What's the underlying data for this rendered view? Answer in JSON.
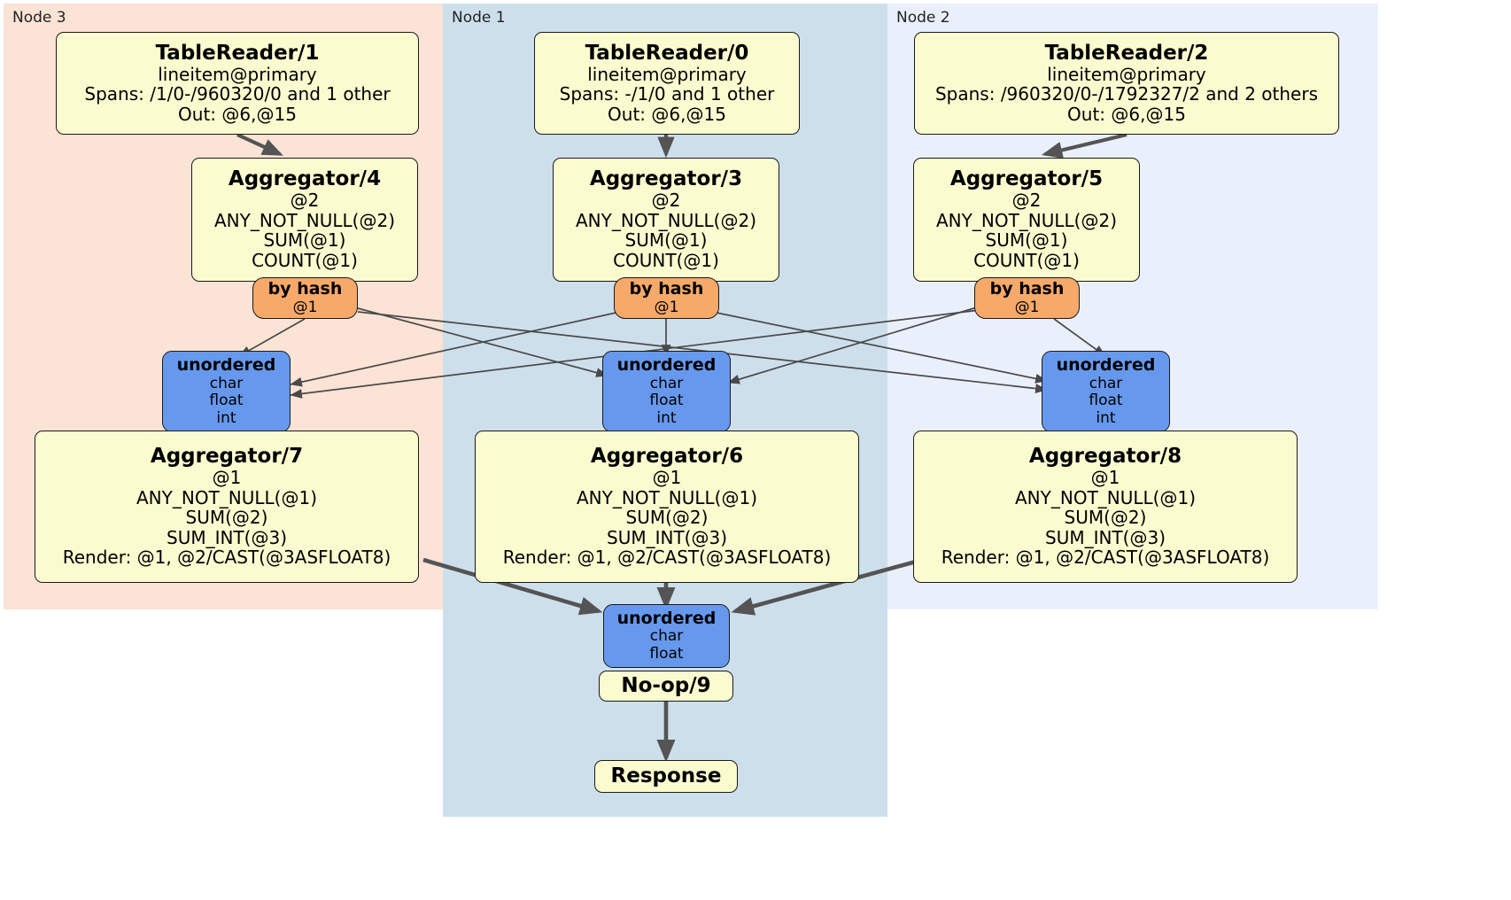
{
  "diagram": {
    "title": "DistSQL flow diagram",
    "colors": {
      "node3_panel": "#fbe3d6",
      "node1_panel": "#cedfec",
      "node2_panel": "#eaf0fb",
      "processor_fill": "#fbfbd0",
      "router_fill": "#f7a96a",
      "sync_fill": "#6699ee",
      "stroke": "#1a1a1a",
      "edge_thin": "#4a4a4a",
      "edge_thick": "#545454"
    }
  },
  "nodes": [
    {
      "id": "node3",
      "label": "Node 3"
    },
    {
      "id": "node1",
      "label": "Node 1"
    },
    {
      "id": "node2",
      "label": "Node 2"
    }
  ],
  "processors": {
    "tablereader1": {
      "title": "TableReader/1",
      "lines": [
        "lineitem@primary",
        "Spans: /1/0-/960320/0 and 1 other",
        "Out: @6,@15"
      ]
    },
    "tablereader0": {
      "title": "TableReader/0",
      "lines": [
        "lineitem@primary",
        "Spans: -/1/0 and 1 other",
        "Out: @6,@15"
      ]
    },
    "tablereader2": {
      "title": "TableReader/2",
      "lines": [
        "lineitem@primary",
        "Spans: /960320/0-/1792327/2 and 2 others",
        "Out: @6,@15"
      ]
    },
    "aggregator4": {
      "title": "Aggregator/4",
      "lines": [
        "@2",
        "ANY_NOT_NULL(@2)",
        "SUM(@1)",
        "COUNT(@1)"
      ]
    },
    "aggregator3": {
      "title": "Aggregator/3",
      "lines": [
        "@2",
        "ANY_NOT_NULL(@2)",
        "SUM(@1)",
        "COUNT(@1)"
      ]
    },
    "aggregator5": {
      "title": "Aggregator/5",
      "lines": [
        "@2",
        "ANY_NOT_NULL(@2)",
        "SUM(@1)",
        "COUNT(@1)"
      ]
    },
    "aggregator7": {
      "title": "Aggregator/7",
      "lines": [
        "@1",
        "ANY_NOT_NULL(@1)",
        "SUM(@2)",
        "SUM_INT(@3)",
        "Render: @1, @2/CAST(@3ASFLOAT8)"
      ]
    },
    "aggregator6": {
      "title": "Aggregator/6",
      "lines": [
        "@1",
        "ANY_NOT_NULL(@1)",
        "SUM(@2)",
        "SUM_INT(@3)",
        "Render: @1, @2/CAST(@3ASFLOAT8)"
      ]
    },
    "aggregator8": {
      "title": "Aggregator/8",
      "lines": [
        "@1",
        "ANY_NOT_NULL(@1)",
        "SUM(@2)",
        "SUM_INT(@3)",
        "Render: @1, @2/CAST(@3ASFLOAT8)"
      ]
    },
    "noop9": {
      "title": "No-op/9",
      "lines": []
    },
    "response": {
      "title": "Response",
      "lines": []
    }
  },
  "routers": {
    "hash_node3": {
      "title": "by hash",
      "lines": [
        "@1"
      ]
    },
    "hash_node1": {
      "title": "by hash",
      "lines": [
        "@1"
      ]
    },
    "hash_node2": {
      "title": "by hash",
      "lines": [
        "@1"
      ]
    }
  },
  "synchronizers": {
    "sync_node3": {
      "title": "unordered",
      "lines": [
        "char",
        "float",
        "int"
      ]
    },
    "sync_node1": {
      "title": "unordered",
      "lines": [
        "char",
        "float",
        "int"
      ]
    },
    "sync_node2": {
      "title": "unordered",
      "lines": [
        "char",
        "float",
        "int"
      ]
    },
    "sync_final": {
      "title": "unordered",
      "lines": [
        "char",
        "float"
      ]
    }
  }
}
